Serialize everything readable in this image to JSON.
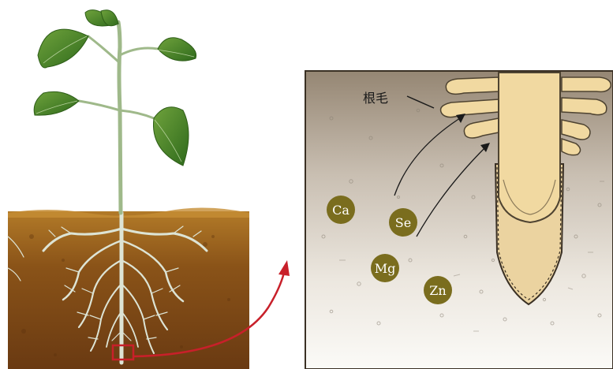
{
  "labels": {
    "root_hair": "根毛"
  },
  "nutrients": [
    {
      "symbol": "Ca"
    },
    {
      "symbol": "Se"
    },
    {
      "symbol": "Mg"
    },
    {
      "symbol": "Zn"
    }
  ],
  "colors": {
    "soil_dark": "#6b3f15",
    "soil_light": "#b9822c",
    "root_white": "#dfe6d8",
    "stem_green": "#a9c08f",
    "leaf_green": "#4f8a2a",
    "panel_top": "#9d8f7c",
    "panel_bottom": "#f4f1eb",
    "root_tip": "#f1d9a1",
    "nutrient_circle": "#7a6d1e",
    "highlight_red": "#c8202a"
  }
}
